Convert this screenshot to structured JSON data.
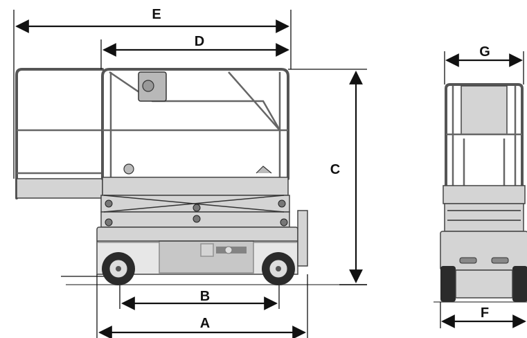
{
  "dimensions": {
    "A": "A",
    "B": "B",
    "C": "C",
    "D": "D",
    "E": "E",
    "F": "F",
    "G": "G"
  },
  "colors": {
    "machine_body": "#d4d4d4",
    "machine_outline": "#333333",
    "dimension_lines": "#111111",
    "background": "#ffffff"
  },
  "icons": {
    "arrowhead": "arrow-marker",
    "wheel": "wheel-icon"
  }
}
